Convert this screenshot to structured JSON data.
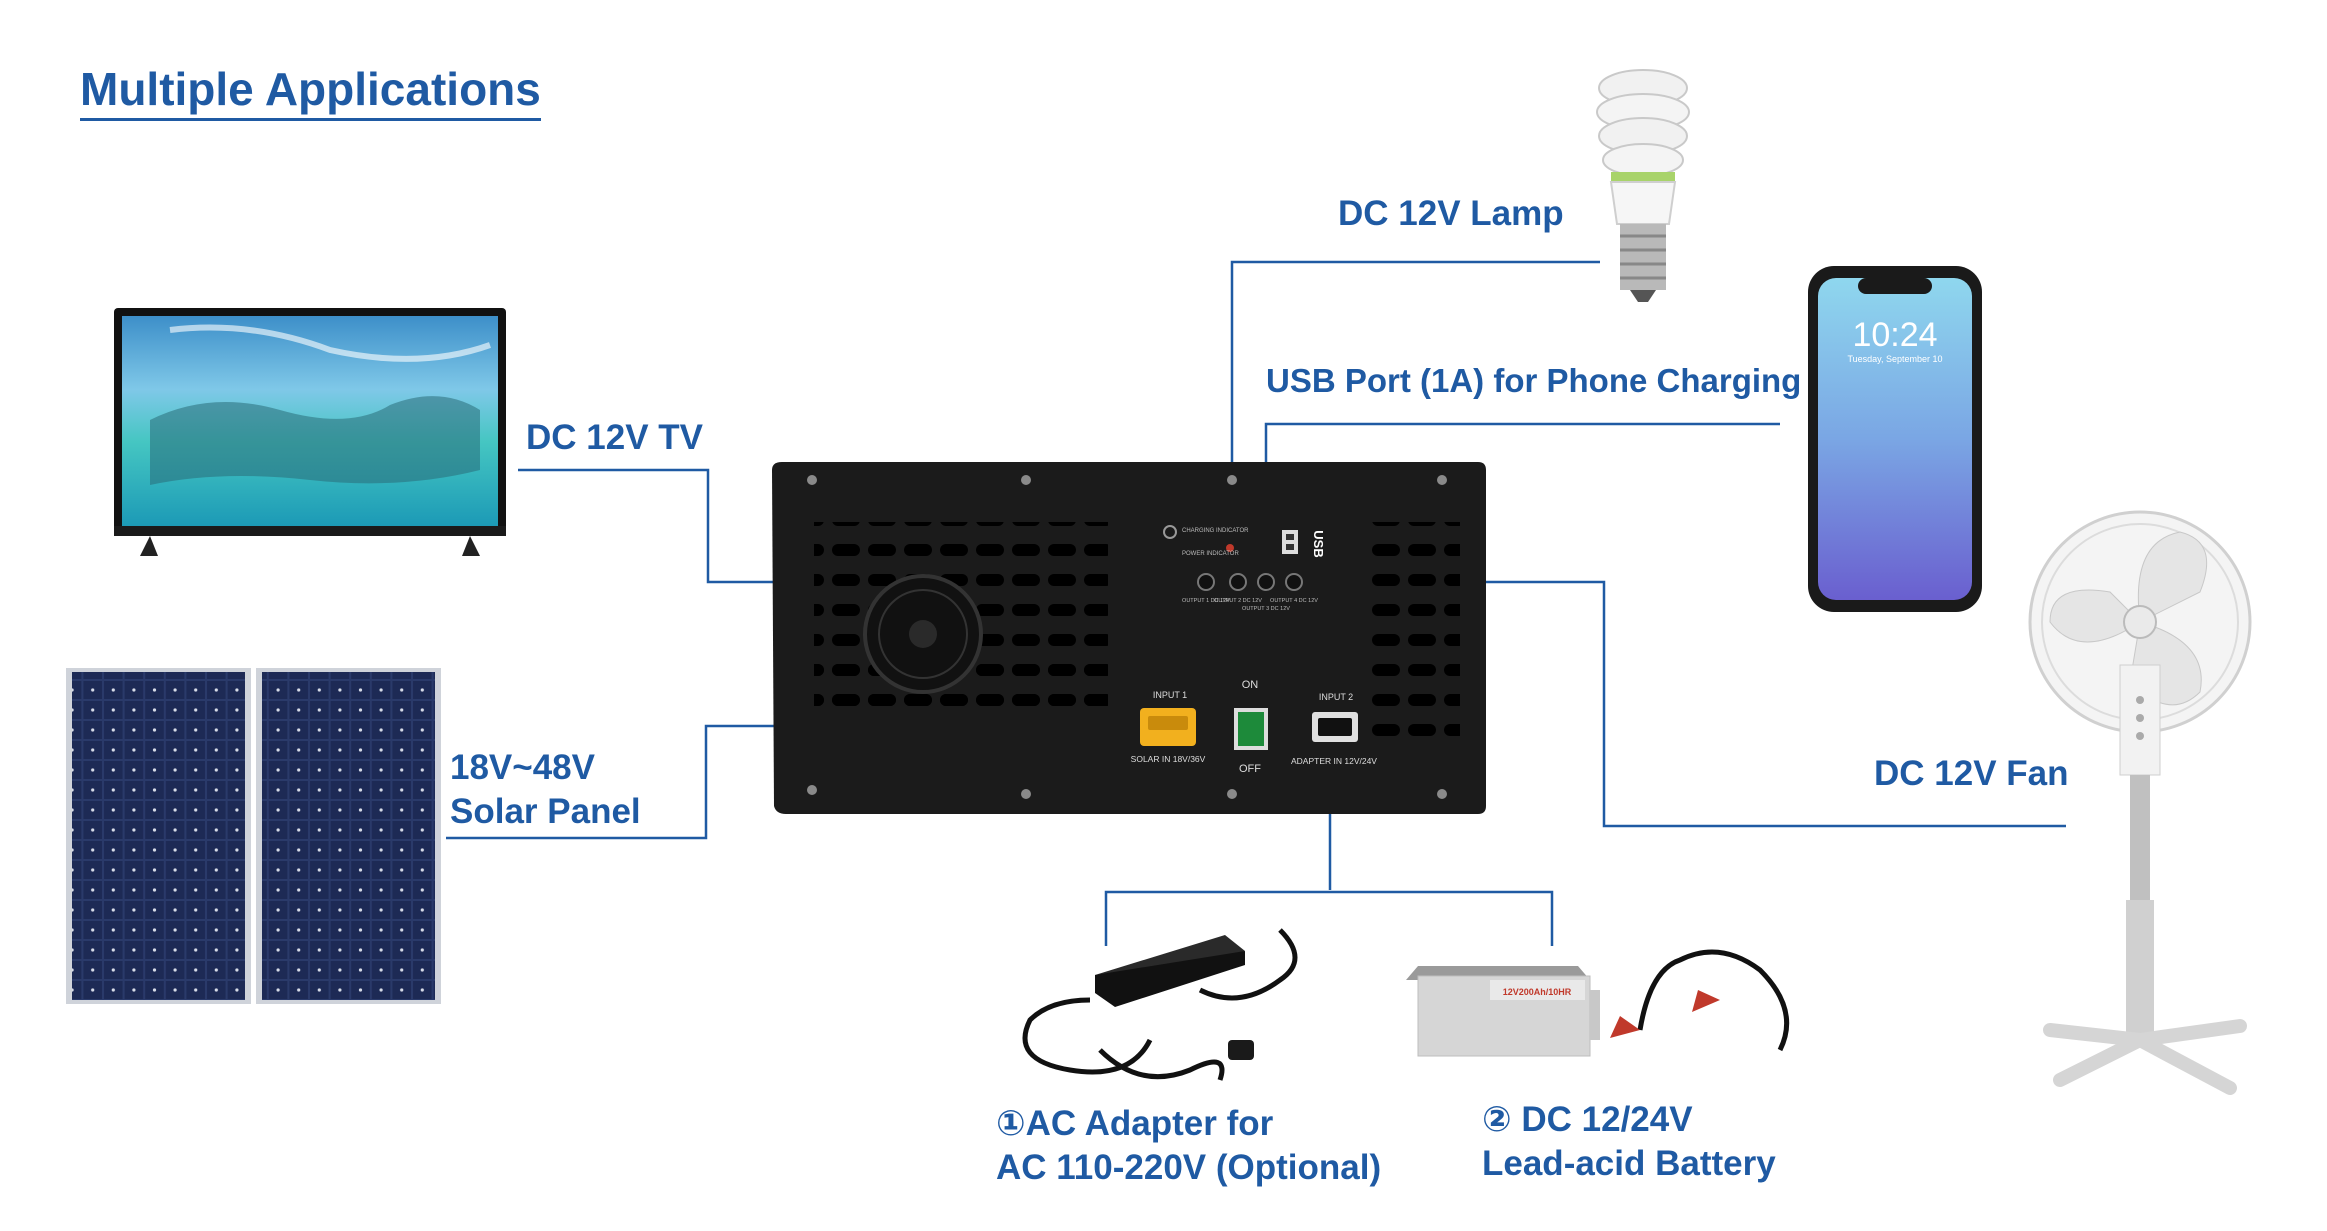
{
  "title": "Multiple Applications",
  "labels": {
    "lamp": "DC 12V Lamp",
    "usb": "USB Port (1A) for Phone Charging",
    "tv": "DC 12V TV",
    "solar_line1": "18V~48V",
    "solar_line2": "Solar Panel",
    "fan": "DC 12V Fan",
    "adapter_line1": "①AC Adapter for",
    "adapter_line2": "AC 110-220V (Optional)",
    "battery_line1": "② DC 12/24V",
    "battery_line2": "Lead-acid Battery"
  },
  "device": {
    "charging_indicator": "CHARGING INDICATOR",
    "power_indicator": "POWER INDICATOR",
    "usb_text": "USB",
    "outputs": [
      "OUTPUT 1 DC 12V",
      "OUTPUT 2 DC 12V",
      "OUTPUT 3 DC 12V",
      "OUTPUT 4 DC 12V"
    ],
    "input1_label": "INPUT 1",
    "input1_desc": "SOLAR IN 18V/36V",
    "switch_on": "ON",
    "switch_off": "OFF",
    "input2_label": "INPUT 2",
    "input2_desc": "ADAPTER IN 12V/24V"
  },
  "phone": {
    "time": "10:24",
    "date": "Tuesday, September 10"
  },
  "battery": {
    "model": "12V200Ah/10HR"
  },
  "colors": {
    "accent": "#1f5aa3",
    "device": "#1b1b1b",
    "connector": "#f2b01e"
  }
}
